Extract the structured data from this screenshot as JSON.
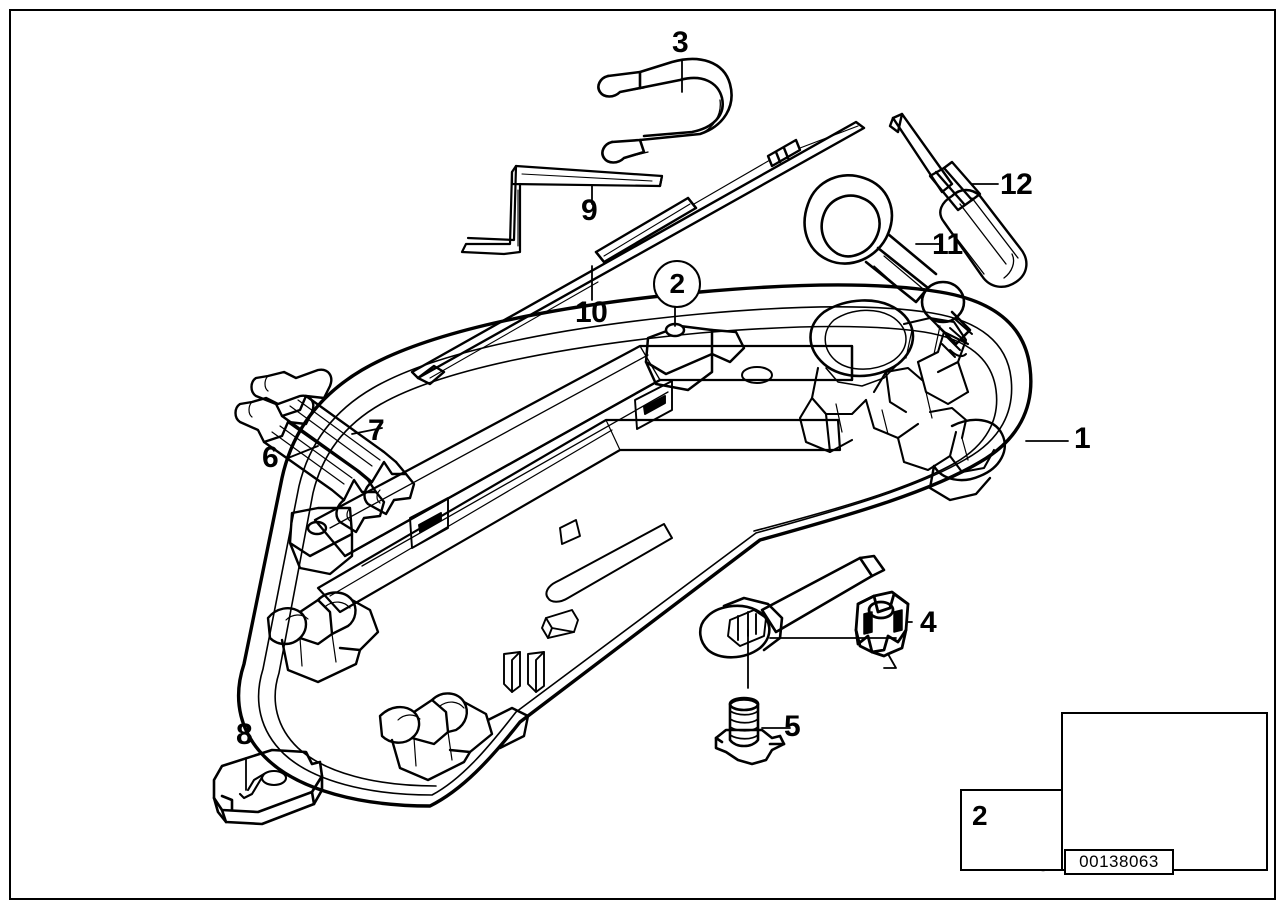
{
  "document": {
    "kind": "parts-exploded-diagram",
    "diagram_id": "00138063",
    "background_color": "#ffffff",
    "line_color": "#000000"
  },
  "callouts": [
    {
      "id": "1",
      "label": "1",
      "target": "tool-tray-housing",
      "style": "plain"
    },
    {
      "id": "2",
      "label": "2",
      "target": "mounting-hole-screw",
      "style": "circled"
    },
    {
      "id": "3",
      "label": "3",
      "target": "spring-clip",
      "style": "plain"
    },
    {
      "id": "4",
      "label": "4",
      "target": "retaining-clamp",
      "style": "plain"
    },
    {
      "id": "5",
      "label": "5",
      "target": "wing-bolt",
      "style": "plain"
    },
    {
      "id": "6",
      "label": "6",
      "target": "open-end-wrench-small",
      "style": "plain"
    },
    {
      "id": "7",
      "label": "7",
      "target": "open-end-wrench-large",
      "style": "plain"
    },
    {
      "id": "8",
      "label": "8",
      "target": "key-blank",
      "style": "plain"
    },
    {
      "id": "9",
      "label": "9",
      "target": "hex-key-wrench",
      "style": "plain"
    },
    {
      "id": "10",
      "label": "10",
      "target": "towing-rod",
      "style": "plain"
    },
    {
      "id": "11",
      "label": "11",
      "target": "tow-eye-hook",
      "style": "plain"
    },
    {
      "id": "12",
      "label": "12",
      "target": "screwdriver",
      "style": "plain"
    }
  ],
  "legend": {
    "screw_box": {
      "number": "2",
      "item": "self-tapping-screw"
    },
    "vehicle_box": {
      "item": "vehicle-illustration"
    },
    "id_label": "00138063"
  }
}
